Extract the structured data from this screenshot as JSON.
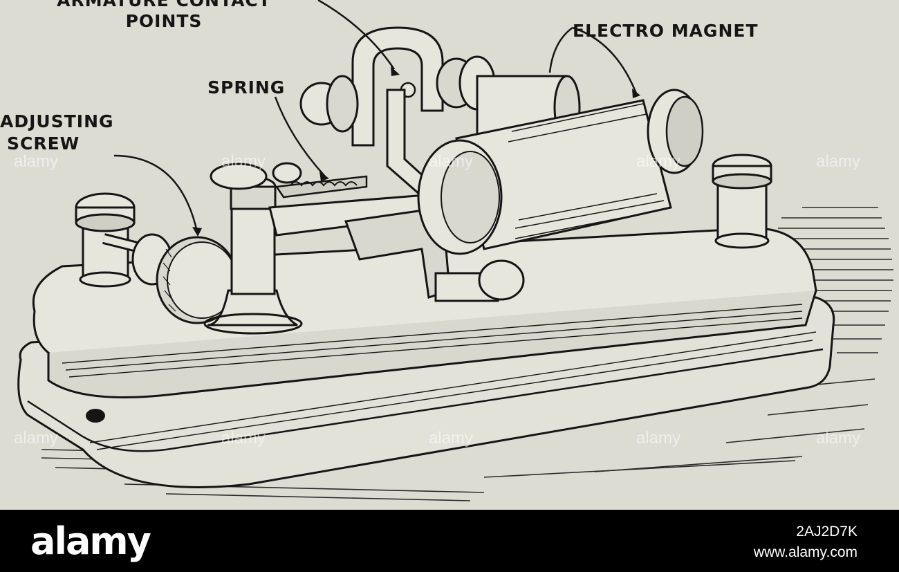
{
  "labels": {
    "armature_contact_points_line1": "ARMATURE CONTACT",
    "armature_contact_points_line2": "POINTS",
    "electro_magnet": "ELECTRO MAGNET",
    "spring": "SPRING",
    "adjusting_screw_line1": "ADJUSTING",
    "adjusting_screw_line2": "SCREW"
  },
  "watermark": {
    "tile_text": "alamy",
    "icon": "alamy-watermark-icon"
  },
  "footer": {
    "logo": "alamy",
    "image_id": "2AJ2D7K",
    "site": "www.alamy.com"
  },
  "colors": {
    "paper": "#dcdcd2",
    "ink": "#151515",
    "footer_bg": "#000000",
    "footer_text": "#ffffff"
  }
}
